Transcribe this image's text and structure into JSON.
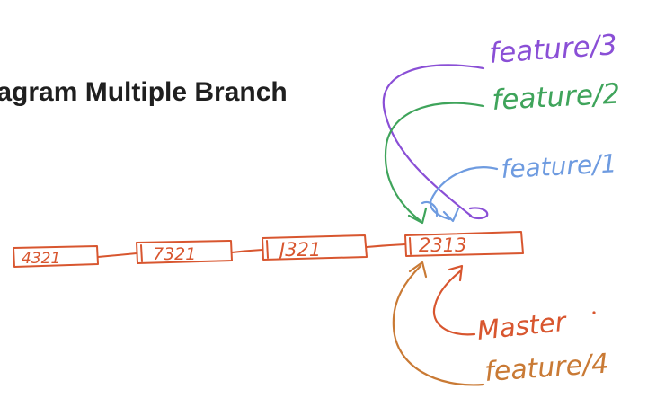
{
  "title": "iagram Multiple Branch",
  "colors": {
    "commit_ink": "#d8562f",
    "feature3": "#8a4fd6",
    "feature2": "#3fa45b",
    "feature1": "#6e9be0",
    "master": "#d8562f",
    "feature4": "#c97a35",
    "title": "#1f1f1f"
  },
  "commits": [
    {
      "id": "4321"
    },
    {
      "id": "7321"
    },
    {
      "id": "J321"
    },
    {
      "id": "2313"
    }
  ],
  "branch_labels": {
    "feature3": "feature/3",
    "feature2": "feature/2",
    "feature1": "feature/1",
    "master": "Master",
    "feature4": "feature/4"
  }
}
